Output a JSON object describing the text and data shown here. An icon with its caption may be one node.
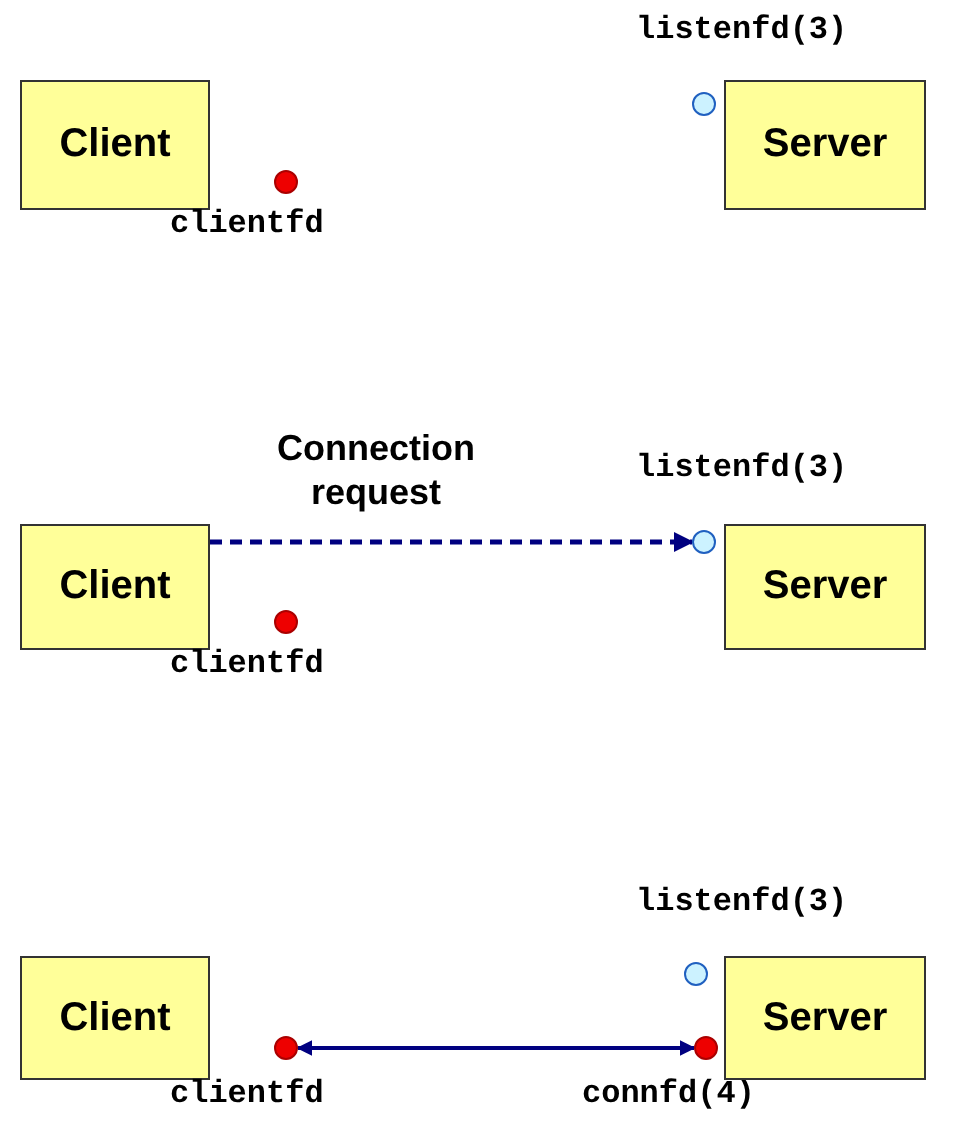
{
  "diagram": {
    "nodes": [
      {
        "text": [
          "Client"
        ]
      },
      {
        "text": [],
        "shape": "circle",
        "beside": [
          "clientfd"
        ]
      },
      {
        "text": [],
        "shape": "circle",
        "beside": [
          "listenfd(3)"
        ]
      },
      {
        "text": [
          "Server"
        ]
      },
      {
        "text": [
          "Client"
        ]
      },
      {
        "text": [],
        "shape": "circle",
        "beside": [
          "clientfd"
        ]
      },
      {
        "text": [],
        "shape": "circle",
        "beside": [
          "listenfd(3)"
        ]
      },
      {
        "text": [
          "Server"
        ]
      },
      {
        "text": [
          "Client"
        ]
      },
      {
        "text": [],
        "shape": "circle",
        "beside": [
          "clientfd"
        ]
      },
      {
        "text": [],
        "shape": "circle",
        "beside": [
          "listenfd(3)"
        ]
      },
      {
        "text": [],
        "shape": "circle",
        "beside": [
          "connfd(4)"
        ]
      },
      {
        "text": [
          "Server"
        ]
      }
    ],
    "edges": [
      {
        "from": 4,
        "to": 6,
        "arrow": "to",
        "label": "Connection request",
        "style": "dashed"
      },
      {
        "from": 9,
        "to": 11,
        "arrow": "both"
      }
    ]
  }
}
